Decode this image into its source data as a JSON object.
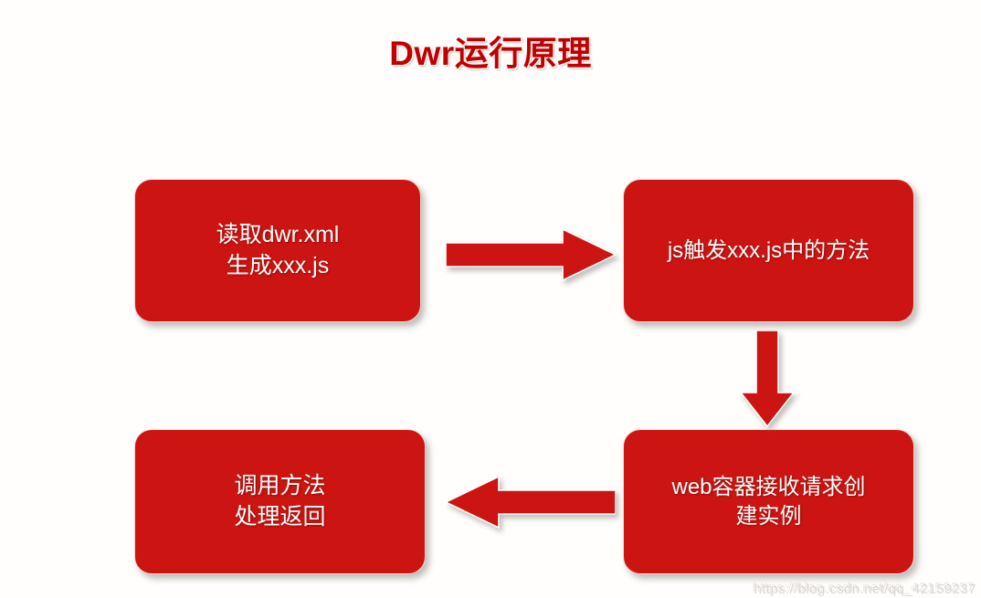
{
  "slide": {
    "title": "Dwr运行原理",
    "background_color": "#fffefc",
    "title_color": "#c00000",
    "node_fill_color": "#cc1512",
    "node_text_color": "#ffffff",
    "arrow_color": "#cc1512"
  },
  "nodes": [
    {
      "id": "read-dwr",
      "label": "读取dwr.xml\n生成xxx.js",
      "position": "top-left"
    },
    {
      "id": "js-trigger",
      "label": "js触发xxx.js中的方法",
      "position": "top-right"
    },
    {
      "id": "web-container",
      "label": "web容器接收请求创\n建实例",
      "position": "bottom-right"
    },
    {
      "id": "call-method",
      "label": "调用方法\n处理返回",
      "position": "bottom-left"
    }
  ],
  "arrows": [
    {
      "id": "arrow-right",
      "direction": "right",
      "from": "read-dwr",
      "to": "js-trigger"
    },
    {
      "id": "arrow-down",
      "direction": "down",
      "from": "js-trigger",
      "to": "web-container"
    },
    {
      "id": "arrow-left",
      "direction": "left",
      "from": "web-container",
      "to": "call-method"
    }
  ],
  "watermark": {
    "text": "https://blog.csdn.net/qq_42159237"
  }
}
